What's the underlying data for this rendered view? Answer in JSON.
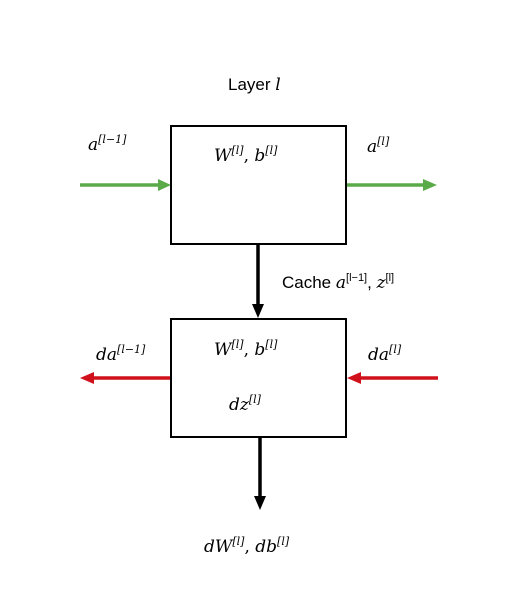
{
  "layer_title": {
    "text": "Layer ",
    "var": "l"
  },
  "forward": {
    "input": {
      "base": "a",
      "sup": "[l−1]"
    },
    "params_W": {
      "base": "W",
      "sup": "[l]"
    },
    "params_sep": ", ",
    "params_b": {
      "base": "b",
      "sup": "[l]"
    },
    "output": {
      "base": "a",
      "sup": "[l]"
    }
  },
  "cache": {
    "word": "Cache ",
    "a": {
      "base": "a",
      "sup": "[l−1]"
    },
    "sep": ", ",
    "z": {
      "base": "z",
      "sup": "[l]"
    }
  },
  "backward": {
    "output": {
      "base": "da",
      "sup": "[l−1]"
    },
    "params_W": {
      "base": "W",
      "sup": "[l]"
    },
    "params_sep": ", ",
    "params_b": {
      "base": "b",
      "sup": "[l]"
    },
    "dz": {
      "base": "dz",
      "sup": "[l]"
    },
    "input": {
      "base": "da",
      "sup": "[l]"
    }
  },
  "gradients": {
    "dW": {
      "base": "dW",
      "sup": "[l]"
    },
    "sep": ", ",
    "db": {
      "base": "db",
      "sup": "[l]"
    }
  },
  "colors": {
    "forward_arrow": "#5aaa4a",
    "backward_arrow": "#d0101a",
    "flow_arrow": "#000000"
  }
}
